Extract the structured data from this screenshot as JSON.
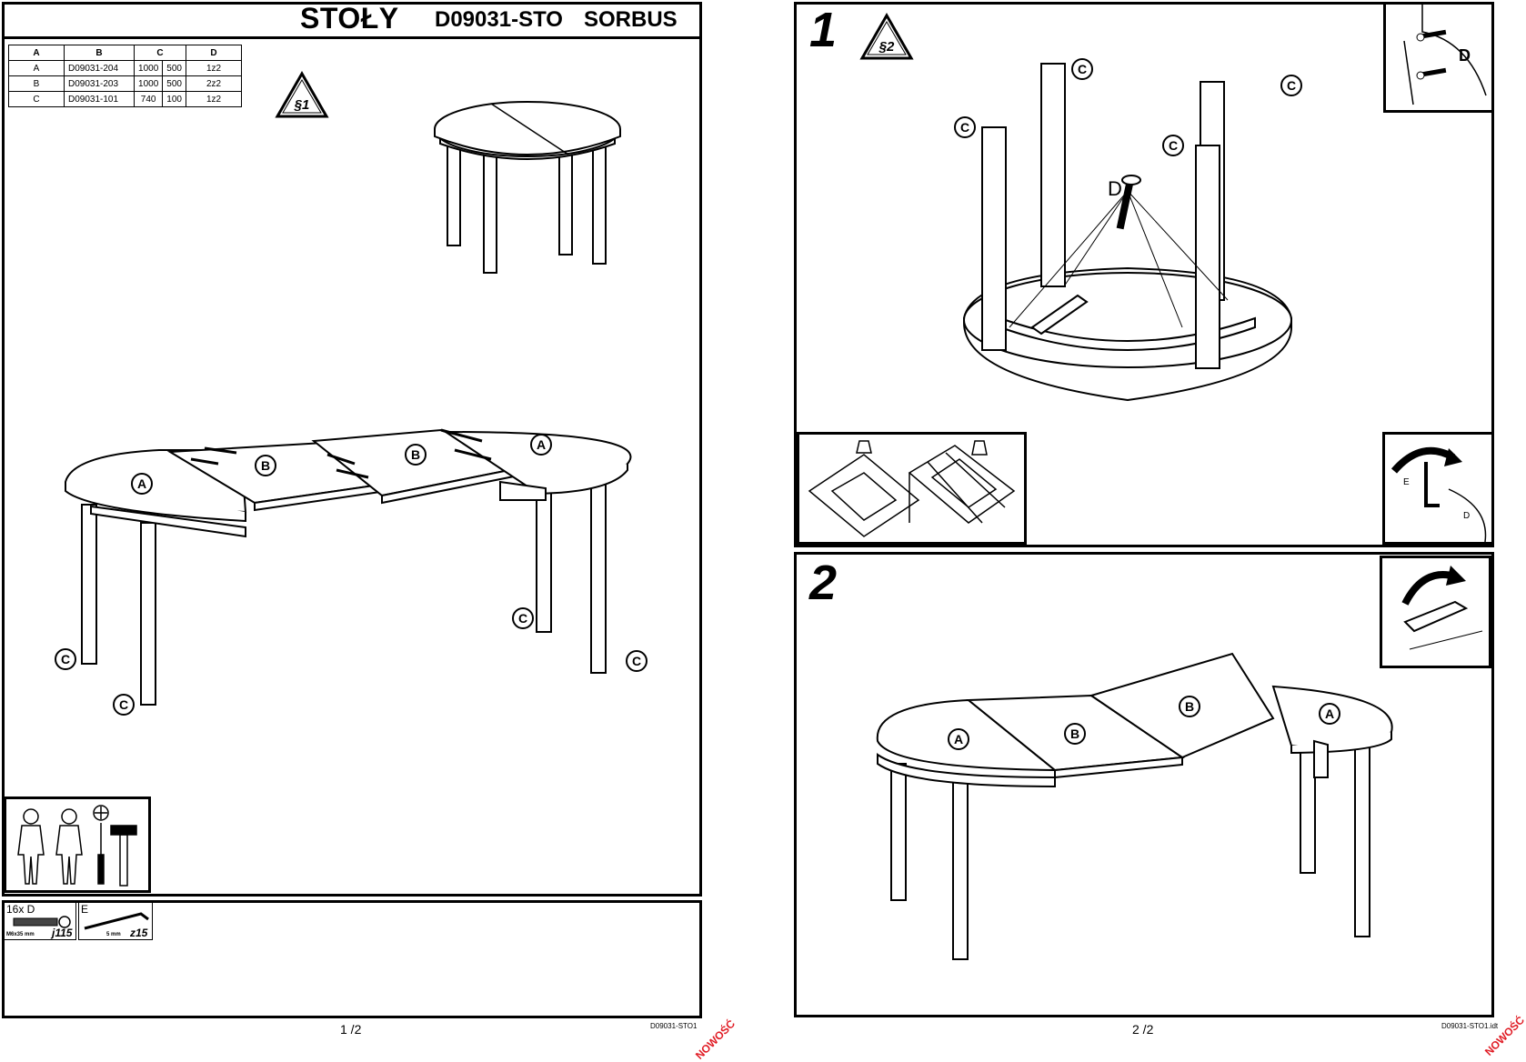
{
  "page1": {
    "header": {
      "title": "STOŁY",
      "code": "D09031-STO",
      "name": "SORBUS"
    },
    "parts_table": {
      "columns": [
        "A",
        "B",
        "C",
        "D"
      ],
      "rows": [
        [
          "A",
          "D09031-204",
          "1000",
          "500",
          "1z2"
        ],
        [
          "B",
          "D09031-203",
          "1000",
          "500",
          "2z2"
        ],
        [
          "C",
          "D09031-101",
          "740",
          "100",
          "1z2"
        ]
      ]
    },
    "warning_badge": "§1",
    "part_labels": {
      "a": "A",
      "b": "B",
      "c": "C"
    },
    "hardware": [
      {
        "qty": "16x D",
        "size": "M6x35 mm",
        "code": "j115"
      },
      {
        "qty": "E",
        "size": "5 mm",
        "code": "z15"
      }
    ],
    "page_number": "1 /2",
    "doc_ref": "D09031-STO1",
    "stamp": "NOWOŚĆ"
  },
  "page2": {
    "step1": {
      "number": "1",
      "badge": "§2",
      "screw_label": "D",
      "tool_label": "E"
    },
    "step2": {
      "number": "2"
    },
    "page_number": "2 /2",
    "doc_ref": "D09031-STO1.idt",
    "stamp": "NOWOŚĆ"
  }
}
